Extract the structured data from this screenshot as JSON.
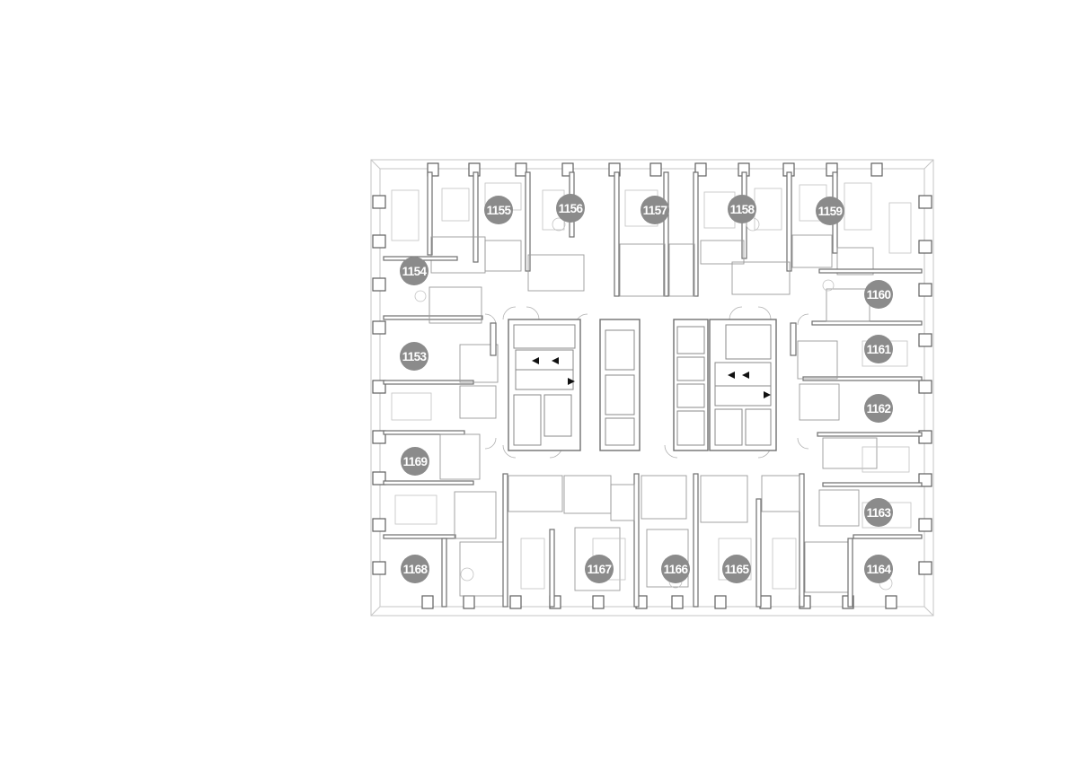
{
  "floor_plan": {
    "units": [
      {
        "id": "unit-1154",
        "label": "1154"
      },
      {
        "id": "unit-1155",
        "label": "1155"
      },
      {
        "id": "unit-1156",
        "label": "1156"
      },
      {
        "id": "unit-1157",
        "label": "1157"
      },
      {
        "id": "unit-1158",
        "label": "1158"
      },
      {
        "id": "unit-1159",
        "label": "1159"
      },
      {
        "id": "unit-1160",
        "label": "1160"
      },
      {
        "id": "unit-1161",
        "label": "1161"
      },
      {
        "id": "unit-1162",
        "label": "1162"
      },
      {
        "id": "unit-1163",
        "label": "1163"
      },
      {
        "id": "unit-1164",
        "label": "1164"
      },
      {
        "id": "unit-1165",
        "label": "1165"
      },
      {
        "id": "unit-1166",
        "label": "1166"
      },
      {
        "id": "unit-1167",
        "label": "1167"
      },
      {
        "id": "unit-1168",
        "label": "1168"
      },
      {
        "id": "unit-1169",
        "label": "1169"
      },
      {
        "id": "unit-1153",
        "label": "1153"
      }
    ],
    "colors": {
      "marker_fill": "#8b8b8b",
      "marker_text": "#ffffff",
      "wall": "#6f6f6f",
      "outline": "#c6c6c6",
      "background": "#ffffff"
    }
  }
}
